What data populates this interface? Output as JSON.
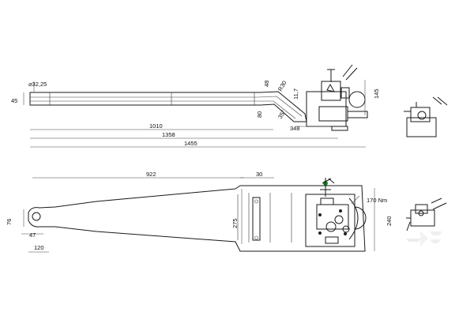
{
  "diagram": {
    "top_view": {
      "diameter_label": "⌀32,25",
      "height_label": "45",
      "offset_labels": [
        "48",
        "R30",
        "11,7",
        "80",
        "35°"
      ],
      "length_labels": [
        "1010",
        "1358",
        "1455"
      ],
      "side_labels": [
        "348",
        "145"
      ]
    },
    "bottom_view": {
      "length_labels": [
        "922",
        "30"
      ],
      "left_labels": [
        "76",
        "47",
        "120"
      ],
      "center_label": "275",
      "torque_label": "170 Nm",
      "right_label": "240"
    }
  }
}
